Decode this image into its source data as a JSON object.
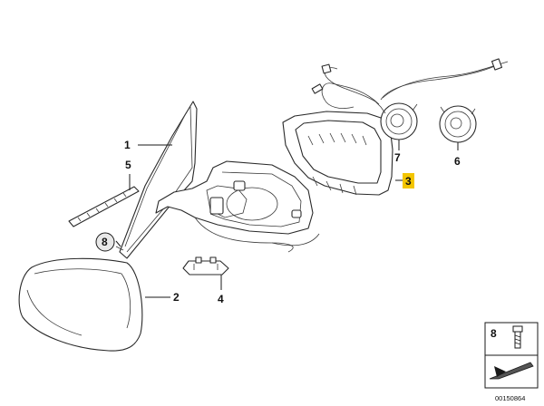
{
  "callouts": {
    "c1": "1",
    "c2": "2",
    "c3": "3",
    "c4": "4",
    "c5": "5",
    "c6": "6",
    "c7": "7",
    "c8": "8"
  },
  "legend": {
    "number": "8"
  },
  "catalog_number": "00150864",
  "colors": {
    "highlight": "#f3c500",
    "stroke": "#1a1a1a"
  }
}
